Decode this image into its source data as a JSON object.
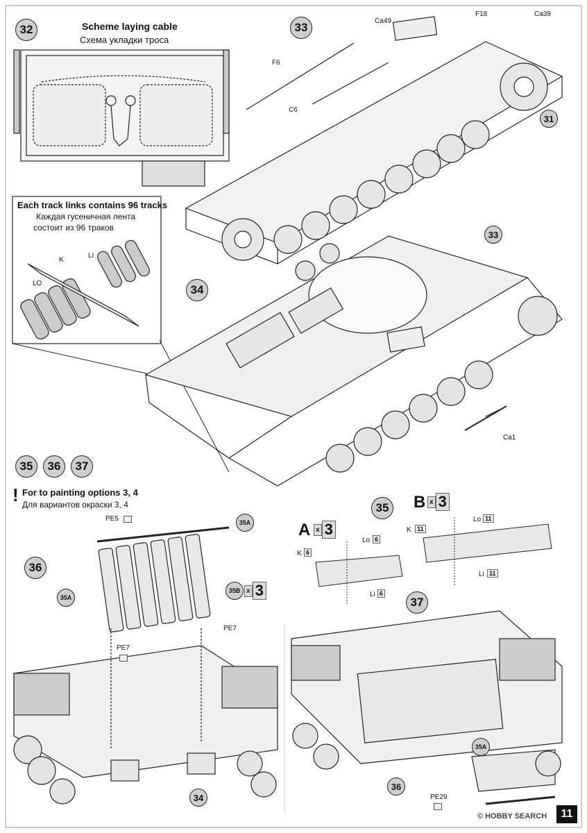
{
  "steps": {
    "s32": "32",
    "s33": "33",
    "s34": "34",
    "s35": "35",
    "s36": "36",
    "s37": "37",
    "s35b": "35",
    "s36b": "36",
    "s37b": "37",
    "s35_ref": "35",
    "s36_ref": "36",
    "s37_ref": "37",
    "s31_ref": "31",
    "s33_ref": "33",
    "s34_ref": "34",
    "s35a_1": "35A",
    "s35a_2": "35A",
    "s35a_3": "35A",
    "s35b_ref": "35B"
  },
  "scheme": {
    "title_en": "Scheme laying cable",
    "title_ru": "Схема укладки троса"
  },
  "tracks": {
    "title_en": "Each track links contains 96 tracks",
    "title_ru_1": "Каждая гусеничная лента",
    "title_ru_2": "состоит из 96  траков",
    "label_k": "K",
    "label_li": "LI",
    "label_lo": "LO"
  },
  "painting": {
    "mark": "!",
    "title_en": "For to painting options 3, 4",
    "title_ru": "Для вариантов окраски 3, 4"
  },
  "parts": {
    "ca49": "Ca49",
    "f18": "F18",
    "ca39": "Ca39",
    "f6": "F6",
    "c6": "C6",
    "ca1": "Ca1",
    "pe5": "PE5",
    "pe7_a": "PE7",
    "pe7_b": "PE7",
    "pe29": "PE29",
    "a_lo": "Lo",
    "a_k": "K",
    "a_li": "Li",
    "b_k": "K",
    "b_lo": "Lo",
    "b_li": "Li"
  },
  "multipliers": {
    "x": "x",
    "n3": "3",
    "n6": "6",
    "n11": "11"
  },
  "variants": {
    "a": "A",
    "b": "B"
  },
  "page_number": "11",
  "watermark": {
    "brand": "HOBBY SEARCH",
    "copyright": "©"
  }
}
